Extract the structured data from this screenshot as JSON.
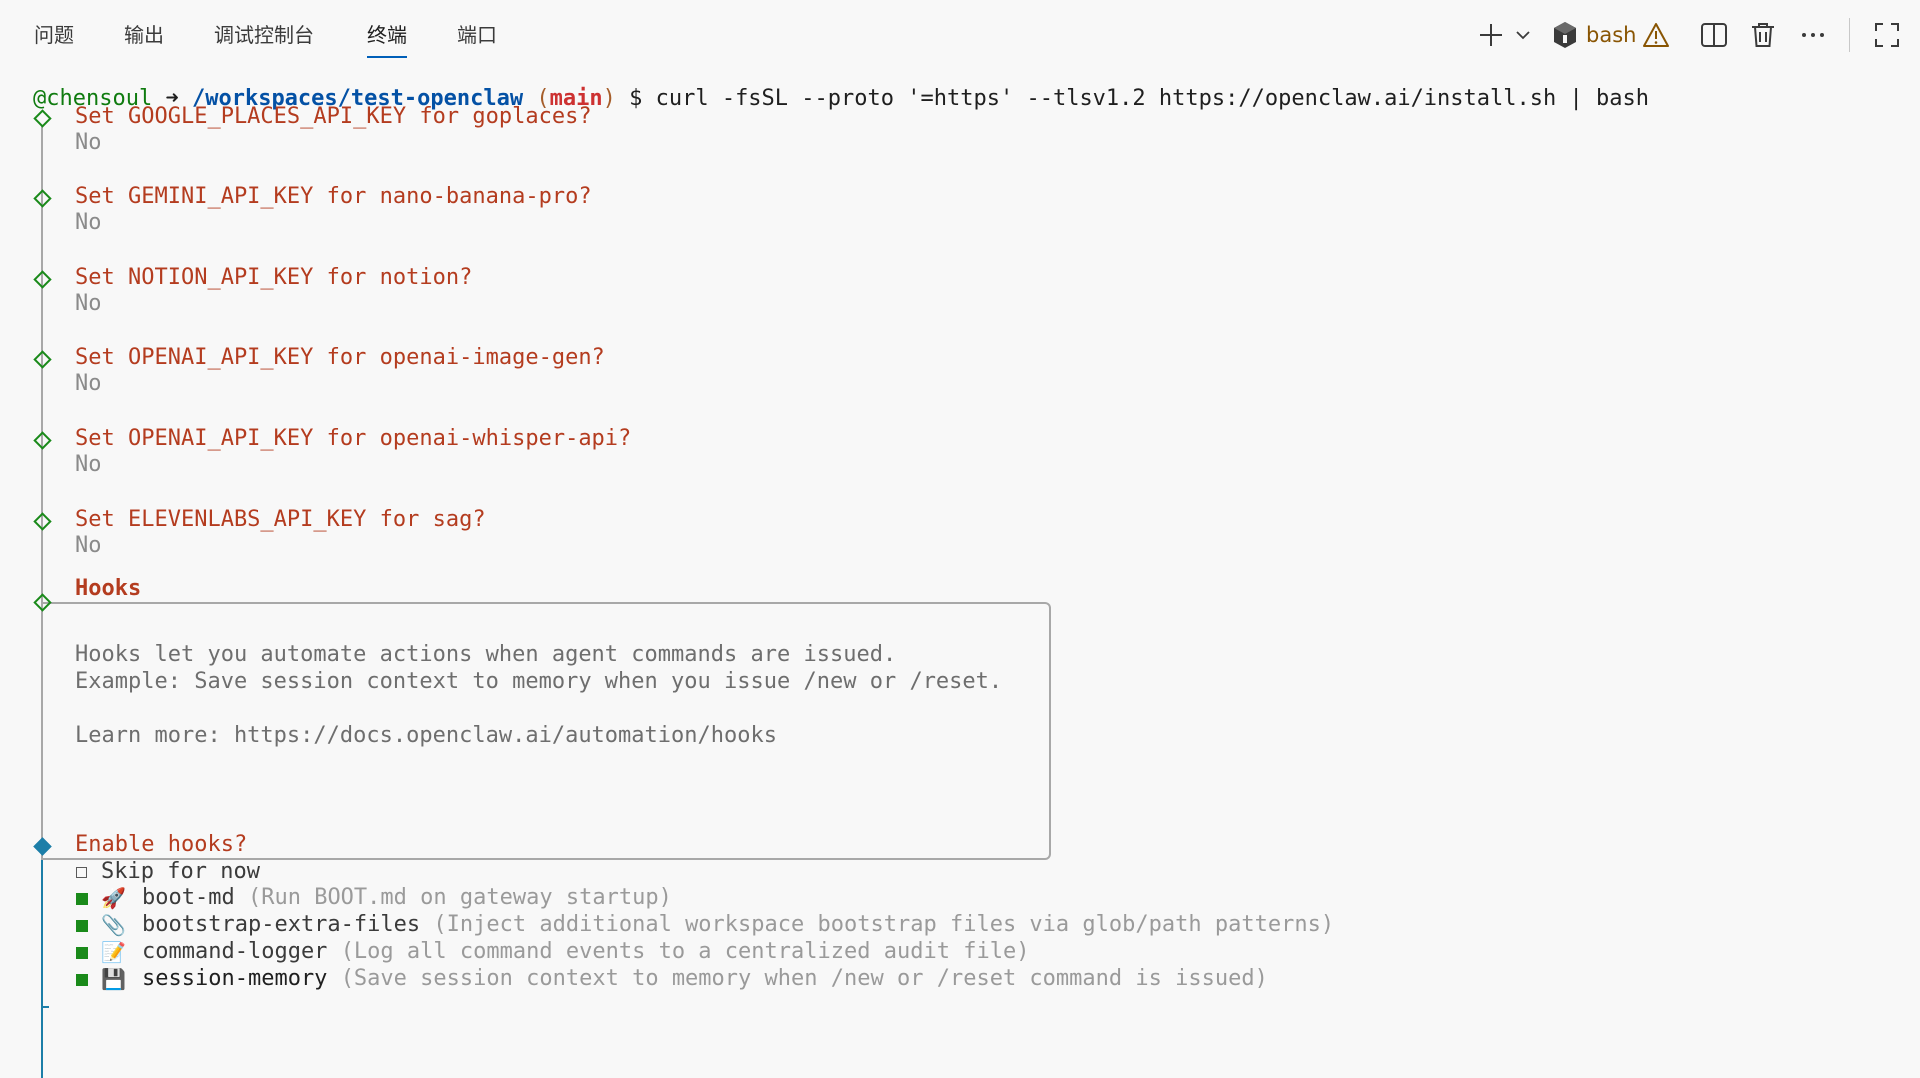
{
  "tabs": [
    {
      "label": "问题"
    },
    {
      "label": "输出"
    },
    {
      "label": "调试控制台"
    },
    {
      "label": "终端",
      "active": true
    },
    {
      "label": "端口"
    }
  ],
  "toolbar": {
    "shell_name": "bash",
    "icons": [
      "plus-icon",
      "chevron-down-icon",
      "bash-shell-icon",
      "warning-icon",
      "split-icon",
      "trash-icon",
      "more-icon",
      "maximize-icon"
    ]
  },
  "prompt": {
    "user": "@chensoul",
    "arrow": "➜",
    "path": "/workspaces/test-openclaw",
    "branch_open": "(",
    "branch": "main",
    "branch_close": ")",
    "dollar": "$",
    "command": "curl -fsSL --proto '=https' --tlsv1.2 https://openclaw.ai/install.sh | bash"
  },
  "questions": [
    {
      "question": "Set GOOGLE_PLACES_API_KEY for goplaces?",
      "answer": "No"
    },
    {
      "question": "Set GEMINI_API_KEY for nano-banana-pro?",
      "answer": "No"
    },
    {
      "question": "Set NOTION_API_KEY for notion?",
      "answer": "No"
    },
    {
      "question": "Set OPENAI_API_KEY for openai-image-gen?",
      "answer": "No"
    },
    {
      "question": "Set OPENAI_API_KEY for openai-whisper-api?",
      "answer": "No"
    },
    {
      "question": "Set ELEVENLABS_API_KEY for sag?",
      "answer": "No"
    }
  ],
  "hooks": {
    "title": "Hooks",
    "line1": "Hooks let you automate actions when agent commands are issued.",
    "line2": "Example: Save session context to memory when you issue /new or /reset.",
    "line3": "Learn more: https://docs.openclaw.ai/automation/hooks"
  },
  "enable": {
    "question": "Enable hooks?",
    "options": [
      {
        "name": "Skip for now",
        "desc": "",
        "checked": false,
        "icon": ""
      },
      {
        "name": "boot-md",
        "desc": "(Run BOOT.md on gateway startup)",
        "checked": true,
        "icon": "🚀"
      },
      {
        "name": "bootstrap-extra-files",
        "desc": "(Inject additional workspace bootstrap files via glob/path patterns)",
        "checked": true,
        "icon": "📎"
      },
      {
        "name": "command-logger",
        "desc": "(Log all command events to a centralized audit file)",
        "checked": true,
        "icon": "📝"
      },
      {
        "name": "session-memory",
        "desc": "(Save session context to memory when /new or /reset command is issued)",
        "checked": true,
        "icon": "💾"
      }
    ]
  }
}
